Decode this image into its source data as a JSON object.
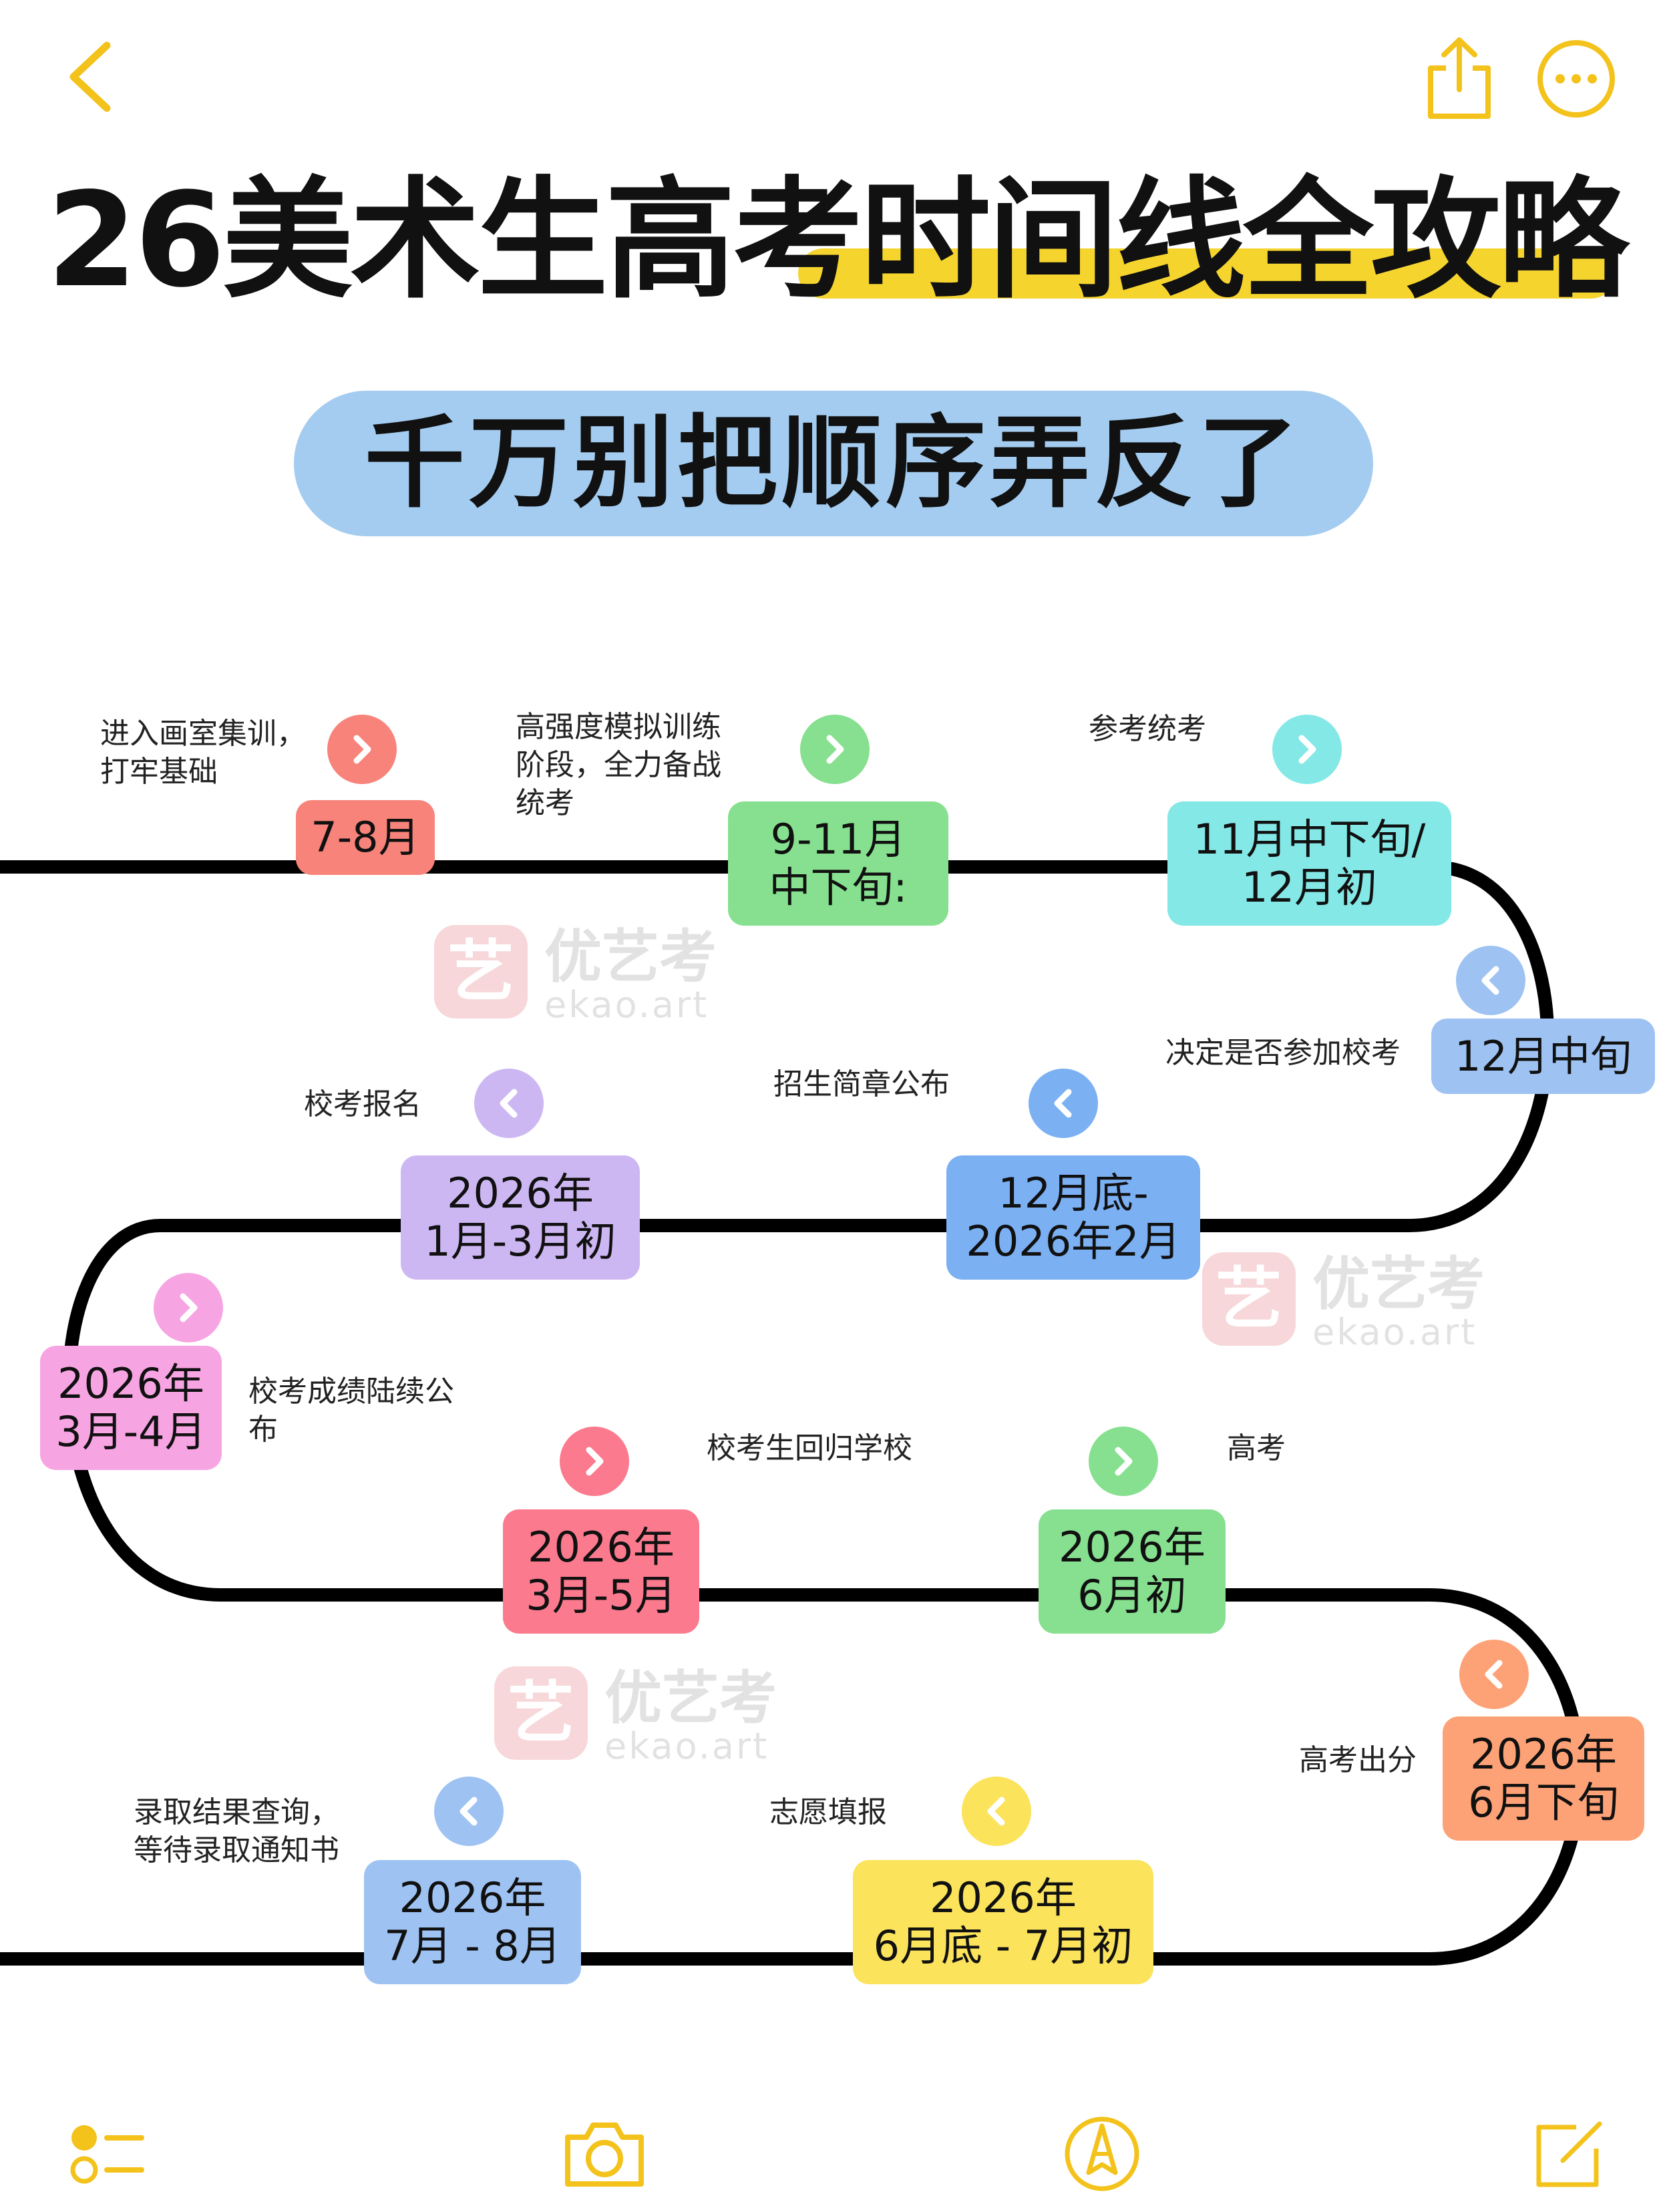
{
  "title": {
    "part1": "26美术生高考",
    "part2": "时间线全攻略"
  },
  "subtitle": "千万别把顺序弄反了",
  "watermark": {
    "logo_char": "艺",
    "name": "优艺考",
    "domain": "ekao.art"
  },
  "colors": {
    "accent_yellow": "#f5d42e",
    "subtitle_blue": "#a3ccf0",
    "red": "#f7837a",
    "green": "#86e08f",
    "cyan": "#84e8e6",
    "blue": "#9ec3f3",
    "purple": "#cdb7f3",
    "pink": "#f7a4e3",
    "rose": "#fb7a8e",
    "orange": "#fda277",
    "yellow": "#fbe35c"
  },
  "timeline": [
    {
      "line1": "7-8月",
      "line2": "",
      "desc1": "进入画室集训，",
      "desc2": "打牢基础",
      "desc3": "",
      "direction": "right"
    },
    {
      "line1": "9-11月",
      "line2": "中下旬:",
      "desc1": "高强度模拟训练",
      "desc2": "阶段，全力备战",
      "desc3": "统考",
      "direction": "right"
    },
    {
      "line1": "11月中下旬/",
      "line2": "12月初",
      "desc1": "参考统考",
      "desc2": "",
      "desc3": "",
      "direction": "right"
    },
    {
      "line1": "12月中旬",
      "line2": "",
      "desc1": "决定是否参加校考",
      "desc2": "",
      "desc3": "",
      "direction": "left"
    },
    {
      "line1": "12月底-",
      "line2": "2026年2月",
      "desc1": "招生简章公布",
      "desc2": "",
      "desc3": "",
      "direction": "left"
    },
    {
      "line1": "2026年",
      "line2": "1月-3月初",
      "desc1": "校考报名",
      "desc2": "",
      "desc3": "",
      "direction": "left"
    },
    {
      "line1": "2026年",
      "line2": "3月-4月",
      "desc1": "校考成绩陆续公",
      "desc2": "布",
      "desc3": "",
      "direction": "right"
    },
    {
      "line1": "2026年",
      "line2": "3月-5月",
      "desc1": "校考生回归学校",
      "desc2": "",
      "desc3": "",
      "direction": "right"
    },
    {
      "line1": "2026年",
      "line2": "6月初",
      "desc1": "高考",
      "desc2": "",
      "desc3": "",
      "direction": "right"
    },
    {
      "line1": "2026年",
      "line2": "6月下旬",
      "desc1": "高考出分",
      "desc2": "",
      "desc3": "",
      "direction": "left"
    },
    {
      "line1": "2026年",
      "line2": "6月底 - 7月初",
      "desc1": "志愿填报",
      "desc2": "",
      "desc3": "",
      "direction": "left"
    },
    {
      "line1": "2026年",
      "line2": "7月 - 8月",
      "desc1": "录取结果查询，",
      "desc2": "等待录取通知书",
      "desc3": "",
      "direction": "left"
    }
  ],
  "icons": {
    "back": "chevron-left-icon",
    "share": "share-icon",
    "more": "more-icon",
    "toolbar": [
      "checklist-icon",
      "camera-icon",
      "pen-icon",
      "compose-icon"
    ]
  }
}
